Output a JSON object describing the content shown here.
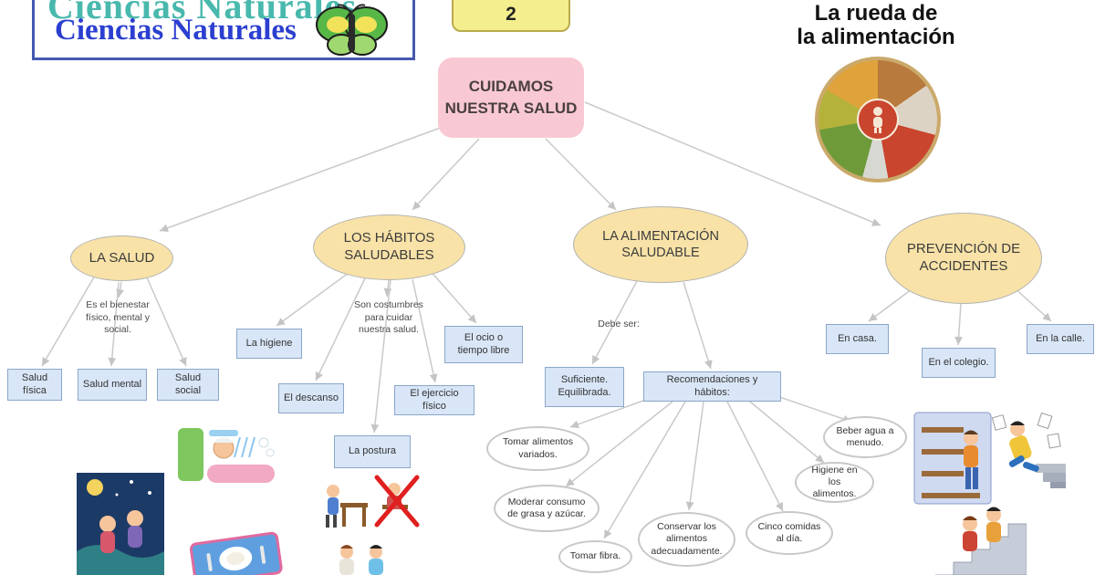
{
  "header": {
    "subject": "Ciencias Naturales",
    "unit": "2"
  },
  "root": {
    "title": "CUIDAMOS NUESTRA SALUD"
  },
  "wheel": {
    "title_line1": "La rueda de",
    "title_line2": "la alimentación"
  },
  "salud": {
    "title": "LA SALUD",
    "note": "Es el bienestar físico, mental y social.",
    "children": [
      "Salud física",
      "Salud mental",
      "Salud social"
    ]
  },
  "habitos": {
    "title": "LOS HÁBITOS SALUDABLES",
    "note": "Son costumbres para cuidar nuestra salud.",
    "children": [
      "La higiene",
      "El descanso",
      "El ocio o tiempo libre",
      "El ejercicio físico",
      "La postura"
    ]
  },
  "alimentacion": {
    "title": "LA ALIMENTACIÓN SALUDABLE",
    "note": "Debe ser:",
    "children": [
      "Suficiente. Equilibrada.",
      "Recomendaciones y hábitos:"
    ],
    "recommendations": [
      "Tomar alimentos variados.",
      "Moderar consumo de grasa y azúcar.",
      "Tomar fibra.",
      "Conservar los alimentos adecuadamente.",
      "Cinco comidas al día.",
      "Higiene en los alimentos.",
      "Beber agua a menudo."
    ]
  },
  "prevencion": {
    "title": "PREVENCIÓN DE ACCIDENTES",
    "children": [
      "En casa.",
      "En el colegio.",
      "En la calle."
    ]
  },
  "colors": {
    "root_fill": "#f9c9d3",
    "ellipse_fill": "#f8e2a7",
    "box_fill": "#d9e6f7",
    "unit_fill": "#f5ee8e",
    "connector": "#c9c9c9",
    "title_blue": "#2b3fd0",
    "title_teal": "#49b8ad"
  },
  "images": {
    "butterfly": "butterfly-clipart",
    "food_wheel": "food-wheel-clipart",
    "hygiene": "child-shower-clipart",
    "leisure": "kids-night-leisure-clipart",
    "table": "table-setting-clipart",
    "posture": "sitting-posture-crossed-clipart",
    "kids": "standing-kids-clipart",
    "home_accident": "child-climbing-shelves-clipart",
    "slip_accident": "person-slipping-papers-clipart",
    "school_accident": "kids-on-stairs-clipart"
  }
}
